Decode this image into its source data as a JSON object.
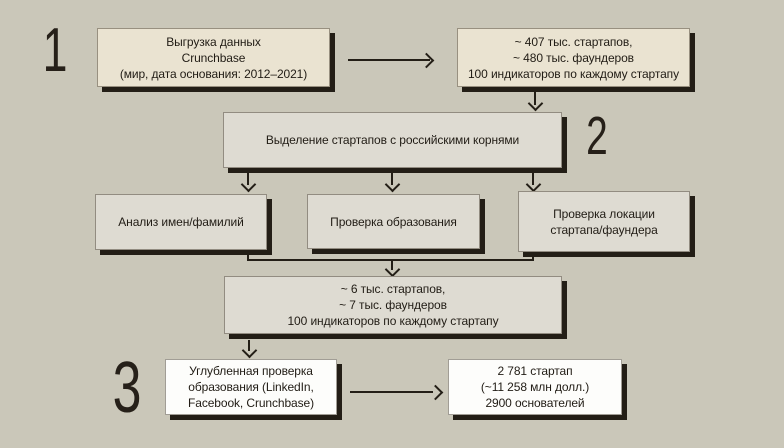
{
  "colors": {
    "background": "#cac7b9",
    "box_cream": "#eae3d1",
    "box_gray": "#dedbd2",
    "box_white": "#fdfdfb",
    "ink": "#231e16"
  },
  "steps": [
    {
      "number": "1"
    },
    {
      "number": "2"
    },
    {
      "number": "3"
    }
  ],
  "boxes": {
    "crunchbase_export": {
      "lines": [
        "Выгрузка данных",
        "Crunchbase",
        "(мир, дата основания: 2012–2021)"
      ]
    },
    "world_totals": {
      "lines": [
        "~ 407 тыс. стартапов,",
        "~ 480 тыс. фаундеров",
        "100 индикаторов по каждому стартапу"
      ]
    },
    "russian_roots": {
      "lines": [
        "Выделение стартапов с российскими корнями"
      ]
    },
    "name_analysis": {
      "lines": [
        "Анализ имен/фамилий"
      ]
    },
    "education_check": {
      "lines": [
        "Проверка образования"
      ]
    },
    "location_check": {
      "lines": [
        "Проверка локации",
        "стартапа/фаундера"
      ]
    },
    "filtered_totals": {
      "lines": [
        "~ 6 тыс. стартапов,",
        "~ 7 тыс. фаундеров",
        "100 индикаторов по каждому стартапу"
      ]
    },
    "deep_education_check": {
      "lines": [
        "Углубленная проверка",
        "образования (LinkedIn,",
        "Facebook, Crunchbase)"
      ]
    },
    "final_totals": {
      "lines": [
        "2 781 стартап",
        "(~11 258 млн долл.)",
        "2900 основателей"
      ]
    }
  }
}
